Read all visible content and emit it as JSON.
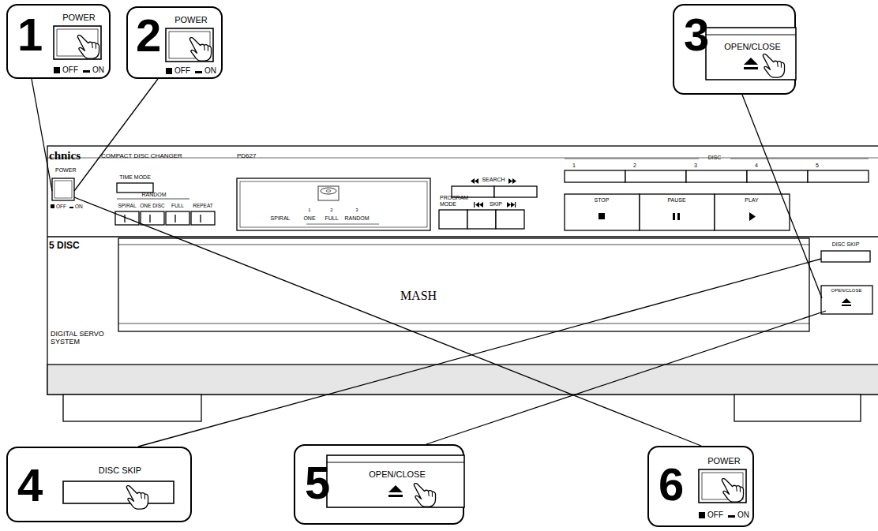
{
  "diagram": {
    "nodes": [
      {
        "text": [
          "1",
          "POWER",
          "OFF",
          "ON"
        ]
      },
      {
        "text": [
          "2",
          "POWER",
          "OFF",
          "ON"
        ]
      },
      {
        "text": [
          "3",
          "OPEN/CLOSE"
        ]
      },
      {
        "text": [
          "4",
          "DISC SKIP"
        ]
      },
      {
        "text": [
          "5",
          "OPEN/CLOSE"
        ]
      },
      {
        "text": [
          "6",
          "POWER",
          "OFF",
          "ON"
        ]
      }
    ],
    "labels": [
      "chnics",
      "COMPACT DISC CHANGER",
      "PD627",
      "POWER",
      "OFF",
      "ON",
      "TIME MODE",
      "RANDOM",
      "SPIRAL",
      "ONE DISC",
      "FULL",
      "REPEAT",
      "1",
      "2",
      "3",
      "SPIRAL",
      "ONE",
      "FULL",
      "RANDOM",
      "SEARCH",
      "PROGRAM MODE",
      "SKIP",
      "DISC",
      "1",
      "2",
      "3",
      "4",
      "5",
      "STOP",
      "PAUSE",
      "PLAY",
      "5 DISC",
      "DISC SKIP",
      "MASH",
      "OPEN/CLOSE",
      "DIGITAL SERVO SYSTEM"
    ]
  }
}
